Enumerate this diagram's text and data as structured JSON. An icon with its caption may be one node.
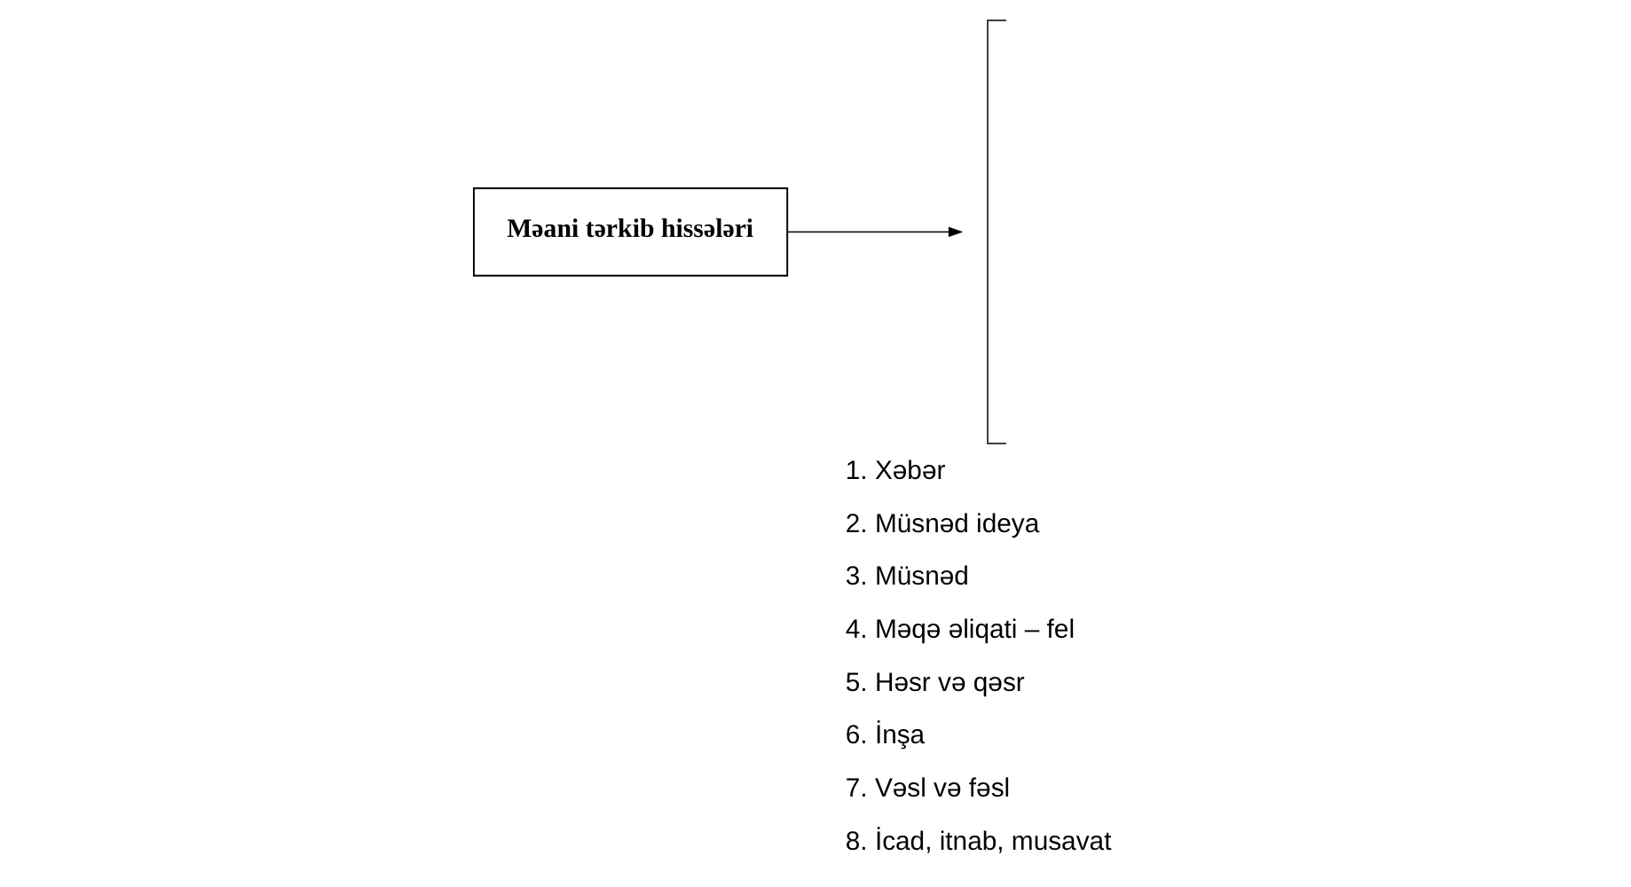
{
  "diagram": {
    "nodes": [
      {
        "text": [
          "Məani tərkib hissələri"
        ]
      },
      {
        "text": [],
        "shape": "bracket"
      }
    ],
    "edges": [
      {
        "from": 0,
        "to": 1,
        "arrow": "to"
      }
    ],
    "labels": [
      "1. Xəbər",
      "2. Müsnəd ideya",
      "3. Müsnəd",
      "4. Məqə əliqati – fel",
      "5. Həsr və qəsr",
      "6. İnşa",
      "7. Vəsl və fəsl",
      "8. İcad, itnab, musavat"
    ]
  }
}
